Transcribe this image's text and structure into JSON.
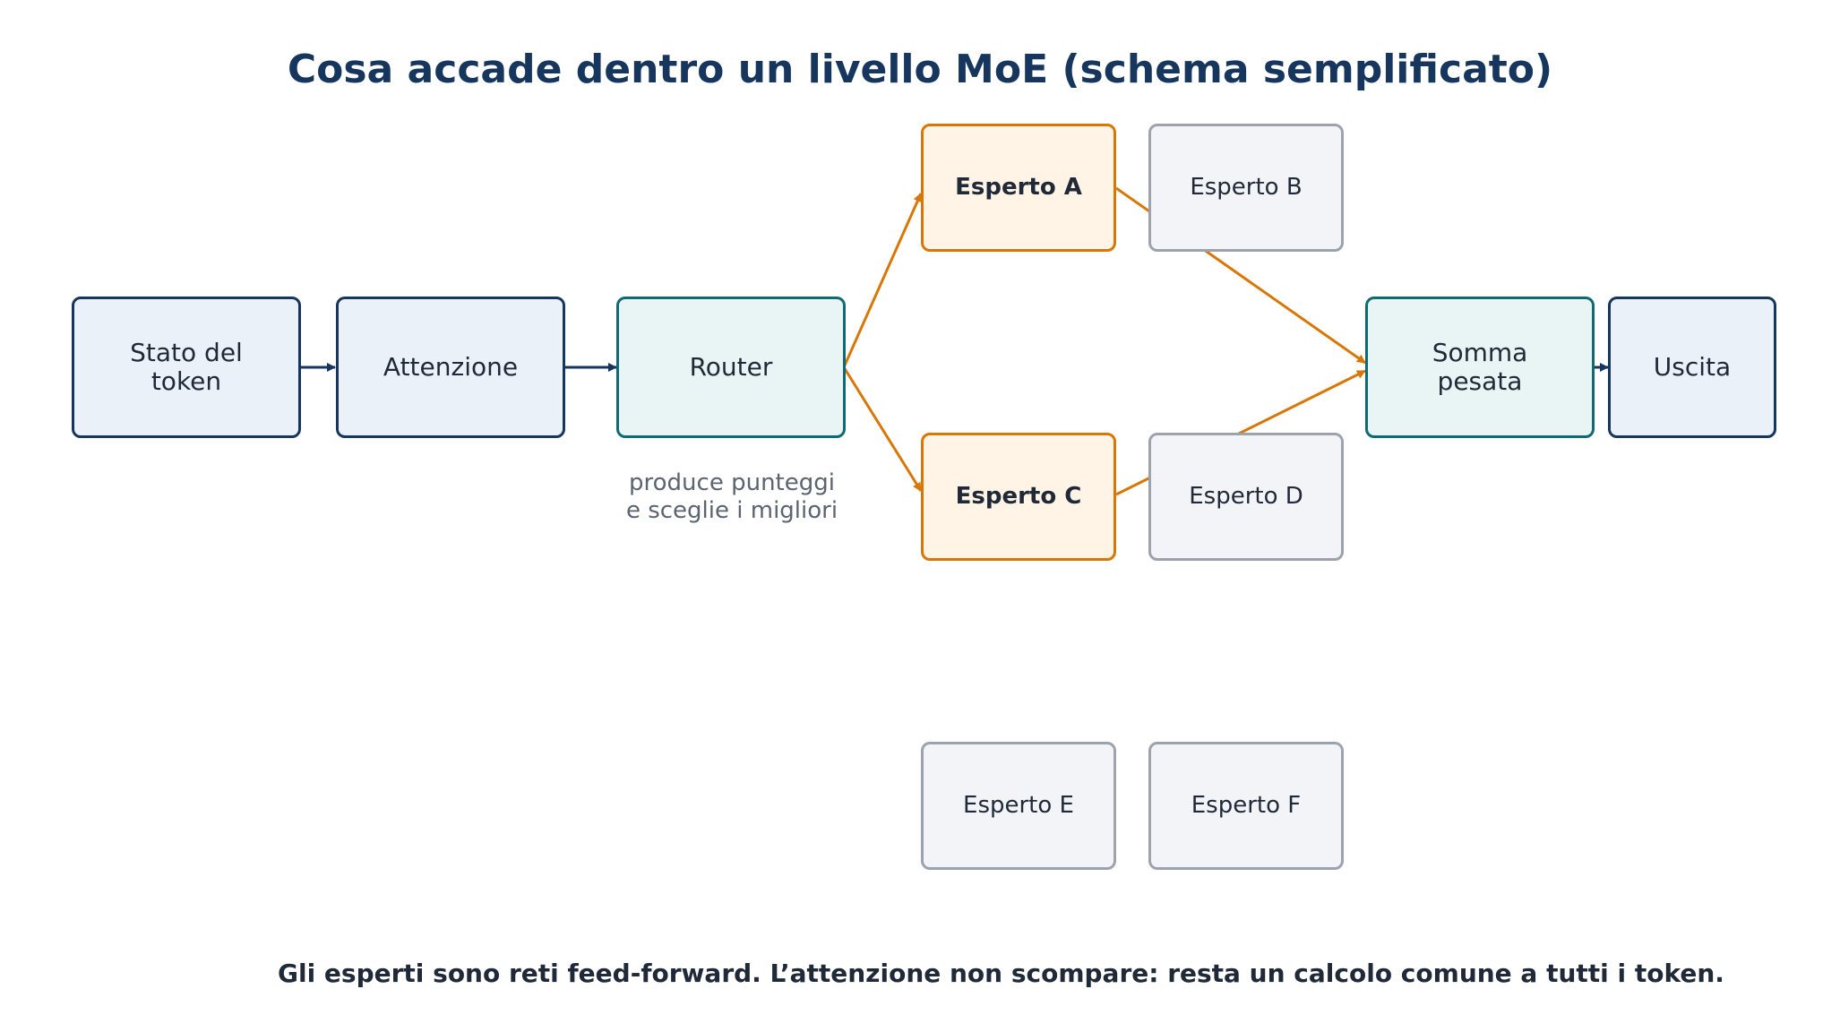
{
  "title": "Cosa accade dentro un livello MoE (schema semplificato)",
  "nodes": {
    "stato": "Stato del\ntoken",
    "attenzione": "Attenzione",
    "router": "Router",
    "esperto_a": "Esperto A",
    "esperto_b": "Esperto B",
    "esperto_c": "Esperto C",
    "esperto_d": "Esperto D",
    "esperto_e": "Esperto E",
    "esperto_f": "Esperto F",
    "somma": "Somma\npesata",
    "uscita": "Uscita"
  },
  "router_note": "produce punteggi\ne sceglie i migliori",
  "footer": "Gli esperti sono reti feed-forward. L’attenzione non scompare: resta un calcolo comune a tutti i token.",
  "colors": {
    "navy": "#17365d",
    "teal": "#0e6b73",
    "orange": "#d97706",
    "gray": "#9ca3af"
  }
}
